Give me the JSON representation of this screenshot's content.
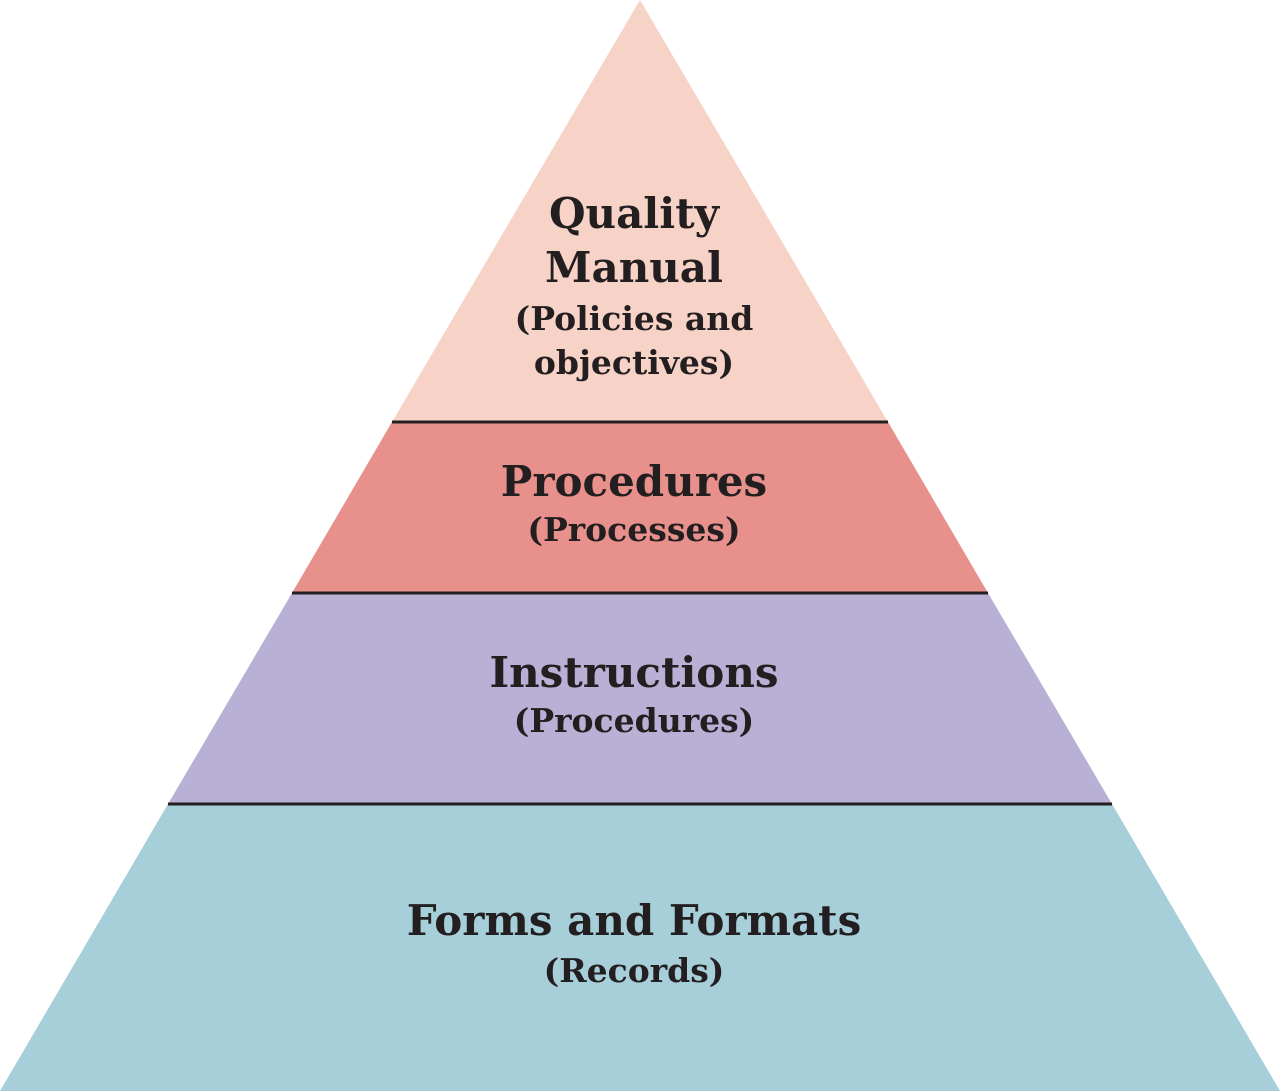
{
  "diagram": {
    "tiers": [
      {
        "title_lines": [
          "Quality",
          "Manual"
        ],
        "subtitle_lines": [
          "(Policies and",
          "objectives)"
        ],
        "color": "#f7d2c6"
      },
      {
        "title_lines": [
          "Procedures"
        ],
        "subtitle_lines": [
          "(Processes)"
        ],
        "color": "#e8908c"
      },
      {
        "title_lines": [
          "Instructions"
        ],
        "subtitle_lines": [
          "(Procedures)"
        ],
        "color": "#b8b1d5"
      },
      {
        "title_lines": [
          "Forms and Formats"
        ],
        "subtitle_lines": [
          "(Records)"
        ],
        "color": "#a6cfd9"
      }
    ],
    "divider_color": "#231f20",
    "text_color": "#231f20"
  }
}
